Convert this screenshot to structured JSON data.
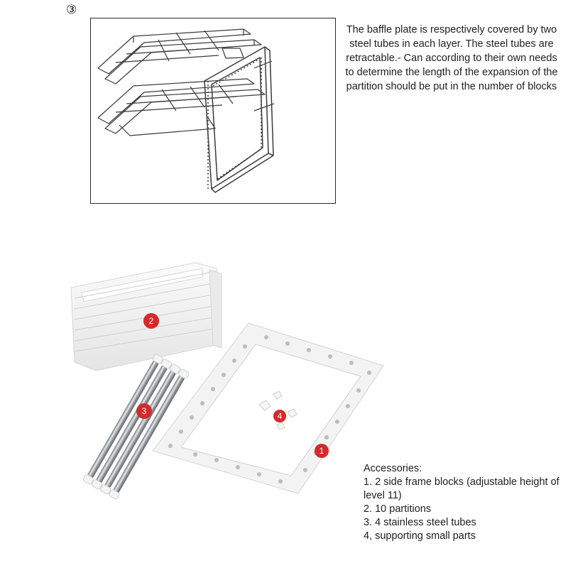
{
  "step_marker": "③",
  "description": "The baffle plate is respectively covered by two steel tubes in each layer. The steel tubes are retractable.- Can according to their own needs to determine the length of the expansion of the partition should be put in the number of blocks",
  "badges": [
    "1",
    "2",
    "3",
    "4"
  ],
  "accessories": {
    "heading": "Accessories:",
    "items": [
      "1. 2 side frame blocks (adjustable height of level 11)",
      "2. 10 partitions",
      "3. 4 stainless steel tubes",
      "4, supporting small parts"
    ]
  },
  "colors": {
    "badge": "#d42a2a",
    "text": "#1e1e1e",
    "frame": "#f2f2f2",
    "steel": "#b9bdc2"
  }
}
